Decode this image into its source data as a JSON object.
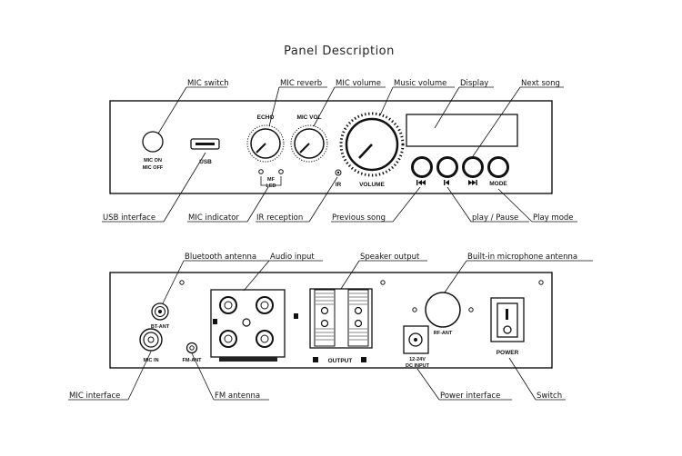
{
  "title": "Panel Description",
  "front_panel": {
    "callouts": {
      "mic_switch": "MIC switch",
      "mic_reverb": "MIC reverb",
      "mic_volume": "MIC volume",
      "music_volume": "Music volume",
      "display": "Display",
      "next_song": "Next song",
      "usb_interface": "USB interface",
      "mic_indicator": "MIC indicator",
      "ir_reception": "IR reception",
      "previous_song": "Previous song",
      "play_pause": "play / Pause",
      "play_mode": "Play mode"
    },
    "labels": {
      "mic_on": "MIC ON",
      "mic_off": "MIC OFF",
      "usb": "USB",
      "echo": "ECHO",
      "mic_vol": "MIC VOL",
      "volume": "VOLUME",
      "ir": "IR",
      "mode": "MODE",
      "led_top": "MF",
      "led_bottom": "LED"
    }
  },
  "rear_panel": {
    "callouts": {
      "bluetooth_antenna": "Bluetooth antenna",
      "audio_input": "Audio input",
      "speaker_output": "Speaker output",
      "builtin_mic_antenna": "Built-in microphone antenna",
      "mic_interface": "MIC interface",
      "fm_antenna": "FM antenna",
      "power_interface": "Power interface",
      "switch": "Switch"
    },
    "labels": {
      "bt_ant": "BT-ANT",
      "mic_in": "MIC IN",
      "fm_ant": "FM-ANT",
      "output": "OUTPUT",
      "rf_ant": "RF-ANT",
      "dc_voltage": "12-24V",
      "dc_input": "DC INPUT",
      "power": "POWER"
    }
  }
}
